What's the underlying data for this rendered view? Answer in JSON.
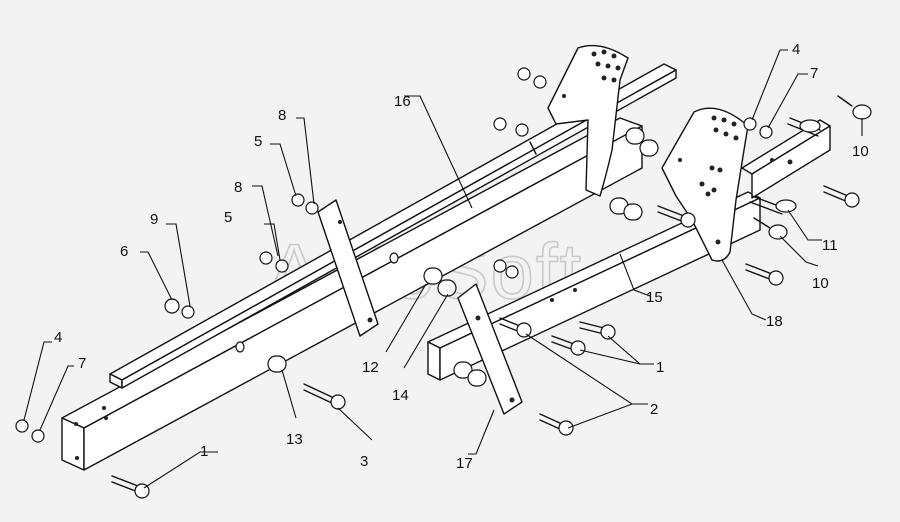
{
  "watermark": "AutoSoft",
  "callouts": {
    "c1a": "1",
    "c1b": "1",
    "c2": "2",
    "c3": "3",
    "c4a": "4",
    "c4b": "4",
    "c5a": "5",
    "c5b": "5",
    "c6": "6",
    "c7a": "7",
    "c7b": "7",
    "c8a": "8",
    "c8b": "8",
    "c9": "9",
    "c10a": "10",
    "c10b": "10",
    "c11": "11",
    "c12": "12",
    "c13": "13",
    "c14": "14",
    "c15": "15",
    "c16": "16",
    "c17": "17",
    "c18": "18"
  }
}
